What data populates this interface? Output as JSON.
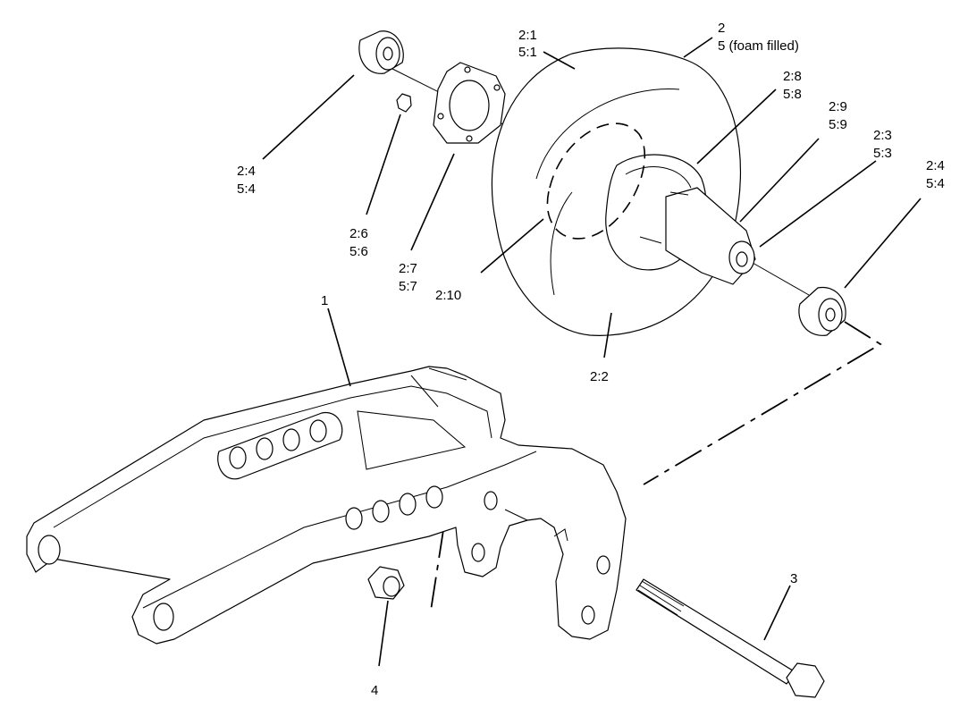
{
  "callouts": {
    "c1": "1",
    "c2_1": "2:1",
    "c5_1": "5:1",
    "c2": "2",
    "c5": "5 (foam filled)",
    "c2_8": "2:8",
    "c5_8": "5:8",
    "c2_9": "2:9",
    "c5_9": "5:9",
    "c2_3": "2:3",
    "c5_3": "5:3",
    "c2_4r": "2:4",
    "c5_4r": "5:4",
    "c2_4l": "2:4",
    "c5_4l": "5:4",
    "c2_6": "2:6",
    "c5_6": "5:6",
    "c2_7": "2:7",
    "c5_7": "5:7",
    "c2_10": "2:10",
    "c2_2": "2:2",
    "c3": "3",
    "c4": "4"
  }
}
